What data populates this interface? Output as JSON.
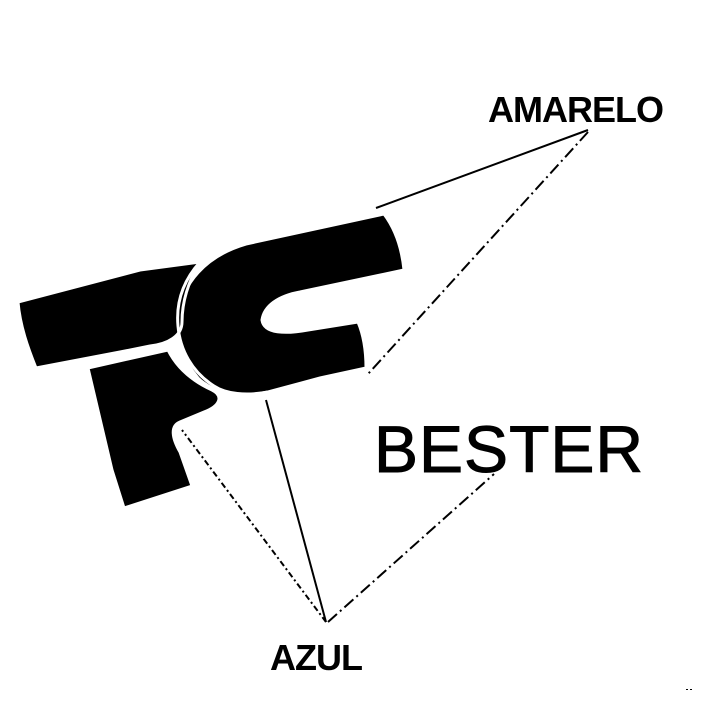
{
  "labels": {
    "amarelo": "AMARELO",
    "bester": "BESTER",
    "azul": "AZUL"
  },
  "colors": {
    "ink": "#000000",
    "background": "#ffffff"
  }
}
